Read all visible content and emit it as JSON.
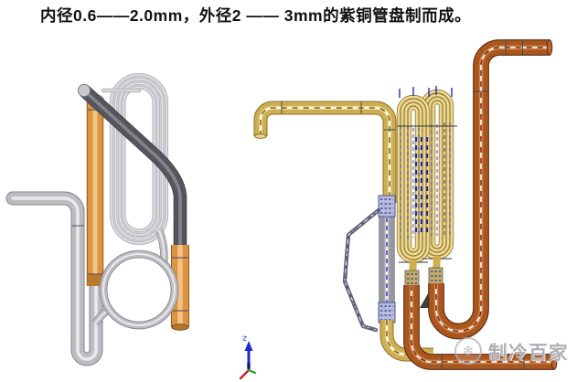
{
  "caption": "内径0.6——2.0mm，外径2 —— 3mm的紫铜管盘制而成。",
  "watermark": {
    "text": "制冷百家",
    "icon": "snowflake-icon"
  },
  "axis_indicator": {
    "label": "z"
  },
  "colors": {
    "steelGray": "#bcbcc2",
    "steelDark": "#84848b",
    "steelHl": "#eaeaee",
    "copper": "#dd9441",
    "copperHl": "#f4c285",
    "copperDark": "#bc7a2c",
    "copperOl": "#8a5c1e",
    "darkTube": "#55555b",
    "darkTubeHl": "#84848e",
    "grayMid": "#97979f",
    "gold": "#cfae52",
    "goldHl": "#eedf9a",
    "goldOl": "#8a6f28",
    "coilGold": "#ddc473",
    "coilHl": "#f4e9b0",
    "brown": "#a9561f",
    "brownHl": "#cf8448",
    "brownOl": "#5e2a0c",
    "blueCenter": "#2a2ab8",
    "redDash": "#7a2812",
    "connFill": "#b9bdd4",
    "connBlue": "#2233bb",
    "axisBlue": "#1a2acc",
    "axisRed": "#cc1f1f",
    "axisGreen": "#1f9f2f",
    "watermarkGray": "#97979d"
  }
}
